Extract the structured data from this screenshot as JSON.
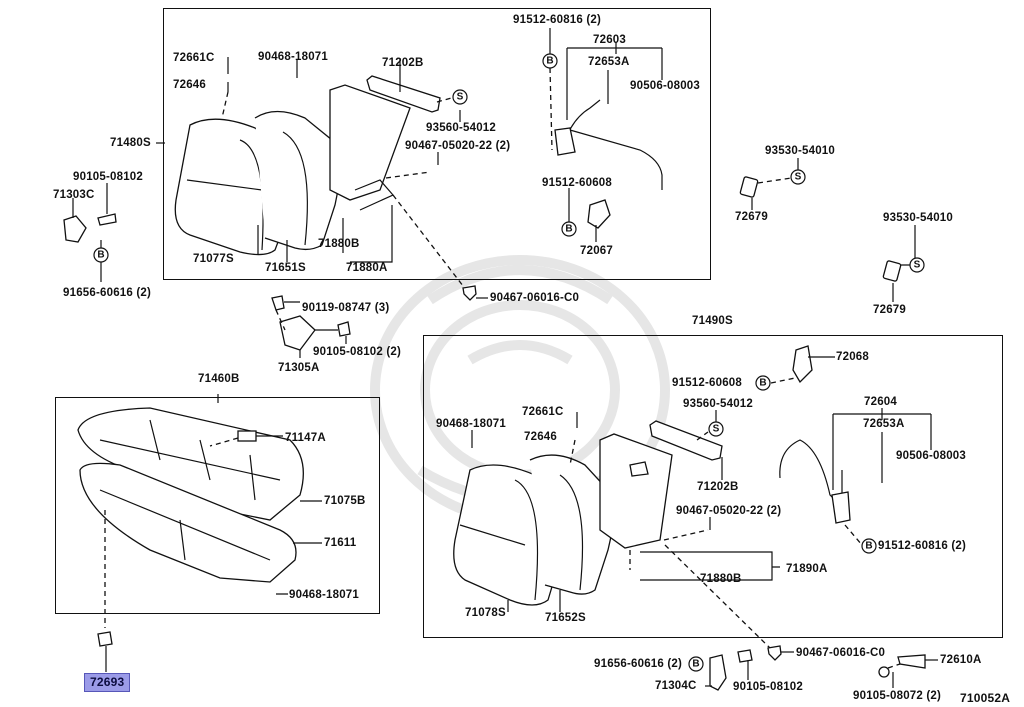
{
  "diagram": {
    "catalog_id": "710052A",
    "highlighted_part": "72693",
    "highlight_color": "#9b9be8",
    "callout_symbols": {
      "bolt": "B",
      "screw": "S"
    },
    "upper_left_assembly": {
      "assembly": "71480S",
      "labels": {
        "pin": "72661C",
        "guide": "72646",
        "hog_ring": "90468-18071",
        "hinge": "71202B",
        "screw_code": "93560-54012",
        "clip": "90467-05020-22 (2)",
        "cover": "71077S",
        "pad": "71651S",
        "bracket_sub": "71880B",
        "bracket": "71880A"
      }
    },
    "upper_lock": {
      "bolt_code": "91512-60816 (2)",
      "lock_assy": "72603",
      "lock_sub": "72653A",
      "spring": "90506-08003",
      "bolt_code_2": "91512-60608",
      "striker": "72067"
    },
    "left_hinge": {
      "bolt": "90105-08102",
      "hinge": "71303C",
      "bolt_code": "91656-60616 (2)"
    },
    "center_hinge": {
      "bolt": "90119-08747 (3)",
      "bolt2": "90105-08102 (2)",
      "hinge": "71305A",
      "clip": "90467-06016-C0"
    },
    "right_knobs": [
      {
        "screw": "93530-54010",
        "knob": "72679"
      },
      {
        "screw": "93530-54010",
        "knob": "72679"
      }
    ],
    "cushion": {
      "assembly": "71460B",
      "labels": {
        "pad_clip": "71147A",
        "cover": "71075B",
        "pad": "71611",
        "hog_ring": "90468-18071"
      },
      "lower_part": "72693"
    },
    "lower_right_assembly": {
      "assembly": "71490S",
      "labels": {
        "bracket": "72068",
        "bolt_code": "91512-60608",
        "screw_code": "93560-54012",
        "hog_ring": "90468-18071",
        "pin": "72661C",
        "guide": "72646",
        "hinge": "71202B",
        "lock_assy": "72604",
        "lock_sub": "72653A",
        "spring": "90506-08003",
        "clip": "90467-05020-22 (2)",
        "bracket_main": "71890A",
        "bracket_sub": "71880B",
        "bolt_code_2": "91512-60816 (2)",
        "cover": "71078S",
        "pad": "71652S"
      }
    },
    "bottom_parts": {
      "bolt_code": "91656-60616 (2)",
      "hinge": "71304C",
      "bolt": "90105-08102",
      "clip": "90467-06016-C0",
      "hinge_2": "72610A",
      "bolt_2": "90105-08072 (2)"
    }
  }
}
